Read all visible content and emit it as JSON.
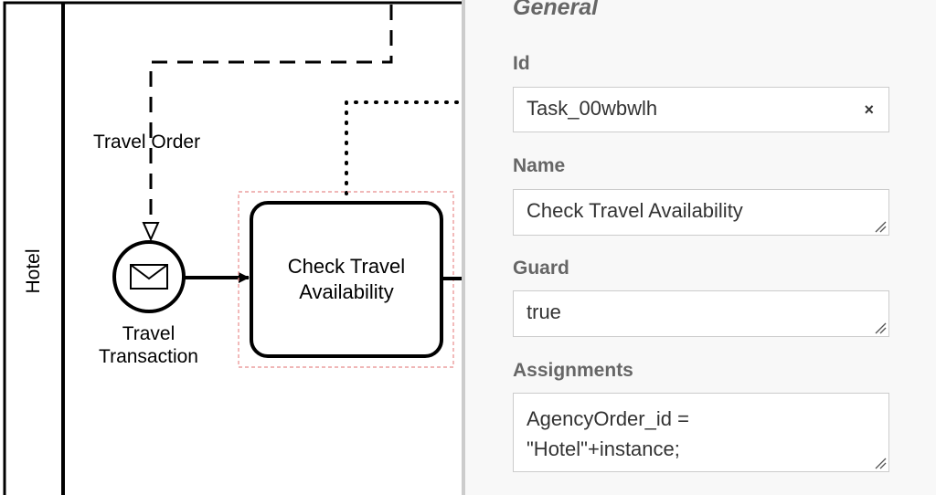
{
  "diagram": {
    "lane_label": "Hotel",
    "message_flow_label": "Travel Order",
    "start_event_label": "Travel Transaction",
    "task_label": "Check Travel Availability"
  },
  "properties_panel": {
    "section_title": "General",
    "fields": {
      "id": {
        "label": "Id",
        "value": "Task_00wbwlh",
        "clear_icon": "×"
      },
      "name": {
        "label": "Name",
        "value": "Check Travel Availability"
      },
      "guard": {
        "label": "Guard",
        "value": "true"
      },
      "assignments": {
        "label": "Assignments",
        "value_line1": "AgencyOrder_id =",
        "value_line2": "\"Hotel\"+instance;"
      }
    }
  },
  "colors": {
    "panel_background": "#f8f8f8",
    "panel_border": "#cccccc",
    "label_text": "#666666",
    "selection_outline": "#e88c8c"
  }
}
